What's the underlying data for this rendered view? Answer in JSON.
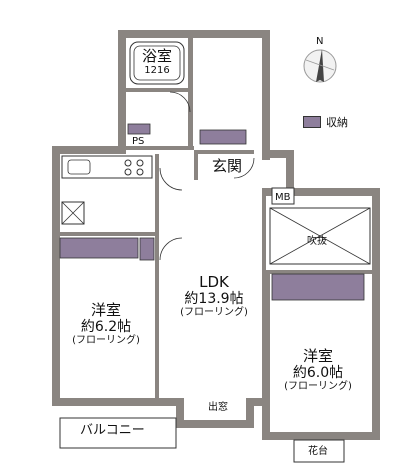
{
  "rooms": {
    "bath": {
      "name": "浴室",
      "size": "1216"
    },
    "entrance": {
      "name": "玄関"
    },
    "ldk": {
      "name": "LDK",
      "size": "約13.9帖",
      "floor": "(フローリング)"
    },
    "western_left": {
      "name": "洋室",
      "size": "約6.2帖",
      "floor": "(フローリング)"
    },
    "western_right": {
      "name": "洋室",
      "size": "約6.0帖",
      "floor": "(フローリング)"
    },
    "balcony": {
      "name": "バルコニー"
    },
    "void": {
      "name": "吹抜"
    }
  },
  "fixtures": {
    "ps": "PS",
    "mb": "MB",
    "demado": "出窓",
    "kadai": "花台"
  },
  "compass": {
    "label": "N"
  },
  "legend": {
    "label": "収納",
    "color": "#8e7e9c"
  },
  "colors": {
    "wall": "#8a8581",
    "storage": "#8e7e9c",
    "floor": "#ffffff"
  }
}
